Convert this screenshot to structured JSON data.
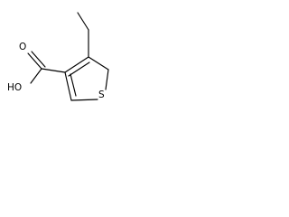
{
  "diagram": {
    "type": "chemical-structure",
    "atoms": {
      "hydroxyl": "HO",
      "carbonyl_oxygen": "O",
      "sulfur": "S"
    }
  }
}
